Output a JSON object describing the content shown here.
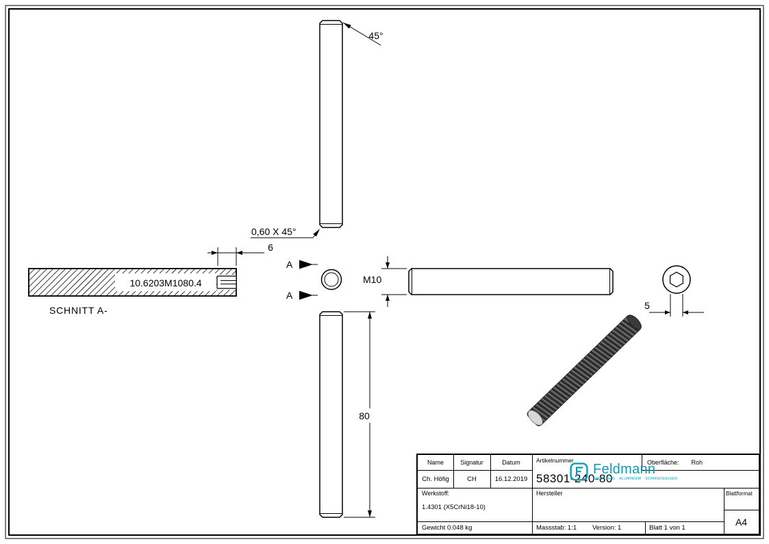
{
  "drawing": {
    "labels": {
      "chamfer_angle": "45°",
      "chamfer_note": "0,60 X 45°",
      "socket_depth": "6",
      "section_title": "SCHNITT A-",
      "section_dims": "10.6203M1080.4",
      "section_marker": "A",
      "thread_size": "M10",
      "hex_socket_width": "5",
      "rod_length": "80"
    }
  },
  "title_block": {
    "name_header": "Name",
    "signature_header": "Signatur",
    "date_header": "Datum",
    "name_value": "Ch. Höfig",
    "signature_value": "CH",
    "date_value": "16.12.2019",
    "article_label": "Artikelnummer",
    "article_number": "58301-240-80",
    "surface_label": "Oberfläche:",
    "surface_value": "Roh",
    "material_label": "Werkstoff:",
    "material_value": "1.4301 (X5CrNi18-10)",
    "manufacturer_label": "Hersteller",
    "brand_name": "Feldmann",
    "brand_tagline": "EDELSTAHL · ALUMINIUM · SCHMIEDEEISEN",
    "brand_color": "#0d9cb5",
    "format_label": "Blattformat",
    "format_value": "A4",
    "weight": "Gewicht 0.048 kg",
    "scale": "Massstab: 1:1",
    "version": "Version: 1",
    "sheet": "Blatt 1 von 1"
  }
}
